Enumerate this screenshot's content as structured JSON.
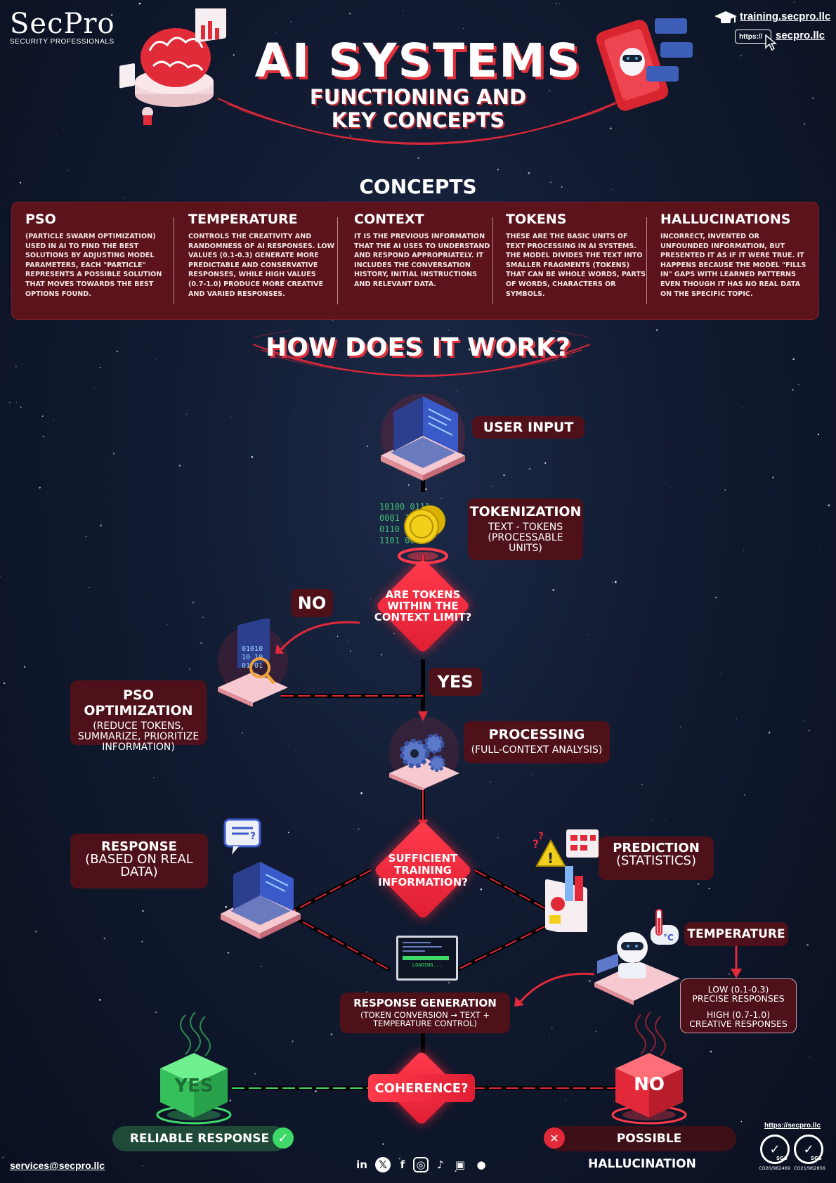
{
  "brand": {
    "name": "SecPro",
    "subtitle": "SECURITY PROFESSIONALS"
  },
  "links": {
    "training": "training.secpro.llc",
    "https_label": "https://",
    "site": "secpro.llc"
  },
  "header": {
    "title": "AI SYSTEMS",
    "subtitle_line1": "FUNCTIONING AND",
    "subtitle_line2": "KEY CONCEPTS"
  },
  "concepts": {
    "heading": "CONCEPTS",
    "items": [
      {
        "title": "PSO",
        "body": "(PARTICLE SWARM OPTIMIZATION) USED IN AI TO FIND THE BEST SOLUTIONS BY ADJUSTING MODEL PARAMETERS, EACH \"PARTICLE\" REPRESENTS A POSSIBLE SOLUTION THAT MOVES TOWARDS THE BEST OPTIONS FOUND."
      },
      {
        "title": "TEMPERATURE",
        "body": "CONTROLS THE CREATIVITY AND RANDOMNESS OF AI RESPONSES. LOW VALUES (0.1-0.3) GENERATE MORE PREDICTABLE AND CONSERVATIVE RESPONSES, WHILE HIGH VALUES (0.7-1.0) PRODUCE MORE CREATIVE AND VARIED RESPONSES."
      },
      {
        "title": "CONTEXT",
        "body": "IT IS THE PREVIOUS INFORMATION THAT THE AI USES TO UNDERSTAND AND RESPOND APPROPRIATELY. IT INCLUDES THE CONVERSATION HISTORY, INITIAL INSTRUCTIONS AND RELEVANT DATA."
      },
      {
        "title": "TOKENS",
        "body": "THESE ARE THE BASIC UNITS OF TEXT PROCESSING IN AI SYSTEMS. THE MODEL DIVIDES THE TEXT INTO SMALLER FRAGMENTS (TOKENS) THAT CAN BE WHOLE WORDS, PARTS OF WORDS, CHARACTERS OR SYMBOLS."
      },
      {
        "title": "HALLUCINATIONS",
        "body": "INCORRECT, INVENTED OR UNFOUNDED INFORMATION, BUT PRESENTED IT AS IF IT WERE TRUE. IT HAPPENS BECAUSE THE MODEL \"FILLS IN\" GAPS WITH LEARNED PATTERNS EVEN THOUGH IT HAS NO REAL DATA ON THE SPECIFIC TOPIC."
      }
    ]
  },
  "flow": {
    "heading": "HOW DOES IT WORK?",
    "user_input": "USER INPUT",
    "tokenization": {
      "title": "TOKENIZATION",
      "line1": "TEXT - TOKENS",
      "line2": "(PROCESSABLE",
      "line3": "UNITS)"
    },
    "q_context": {
      "line1": "ARE TOKENS",
      "line2": "WITHIN THE",
      "line3": "CONTEXT LIMIT?"
    },
    "no_label": "NO",
    "yes_label": "YES",
    "pso": {
      "title": "PSO OPTIMIZATION",
      "line1": "(REDUCE TOKENS,",
      "line2": "SUMMARIZE, PRIORITIZE",
      "line3": "INFORMATION)"
    },
    "processing": {
      "title": "PROCESSING",
      "sub": "(FULL-CONTEXT ANALYSIS)"
    },
    "q_training": {
      "line1": "SUFFICIENT",
      "line2": "TRAINING",
      "line3": "INFORMATION?"
    },
    "response_real": {
      "line1": "RESPONSE",
      "line2": "(BASED ON REAL",
      "line3": "DATA)"
    },
    "prediction": {
      "line1": "PREDICTION",
      "line2": "(STATISTICS)"
    },
    "temperature": {
      "title": "TEMPERATURE",
      "low1": "LOW (0.1-0.3)",
      "low2": "PRECISE RESPONSES",
      "high1": "HIGH (0.7-1.0)",
      "high2": "CREATIVE RESPONSES"
    },
    "terminal_text": "LOADING...",
    "generation": {
      "title": "RESPONSE GENERATION",
      "line1": "(TOKEN CONVERSION → TEXT +",
      "line2": "TEMPERATURE CONTROL)"
    },
    "q_coherence": "COHERENCE?",
    "yes_cube": "YES",
    "no_cube": "NO",
    "reliable": "RELIABLE RESPONSE",
    "hallucination": "POSSIBLE HALLUCINATION"
  },
  "footer": {
    "email": "services@secpro.llc",
    "cert_url": "https://secpro.llc",
    "cert1_label": "SGS",
    "cert1_code": "CO20/962469",
    "cert2_label": "SGS",
    "cert2_code": "CO21/962856",
    "social": [
      "in",
      "𝕏",
      "f",
      "◎",
      "♪",
      "▣",
      "●"
    ]
  },
  "colors": {
    "accent": "#e2293a",
    "panel": "#5c131b",
    "box": "#4e1119",
    "green": "#3fd96a"
  }
}
